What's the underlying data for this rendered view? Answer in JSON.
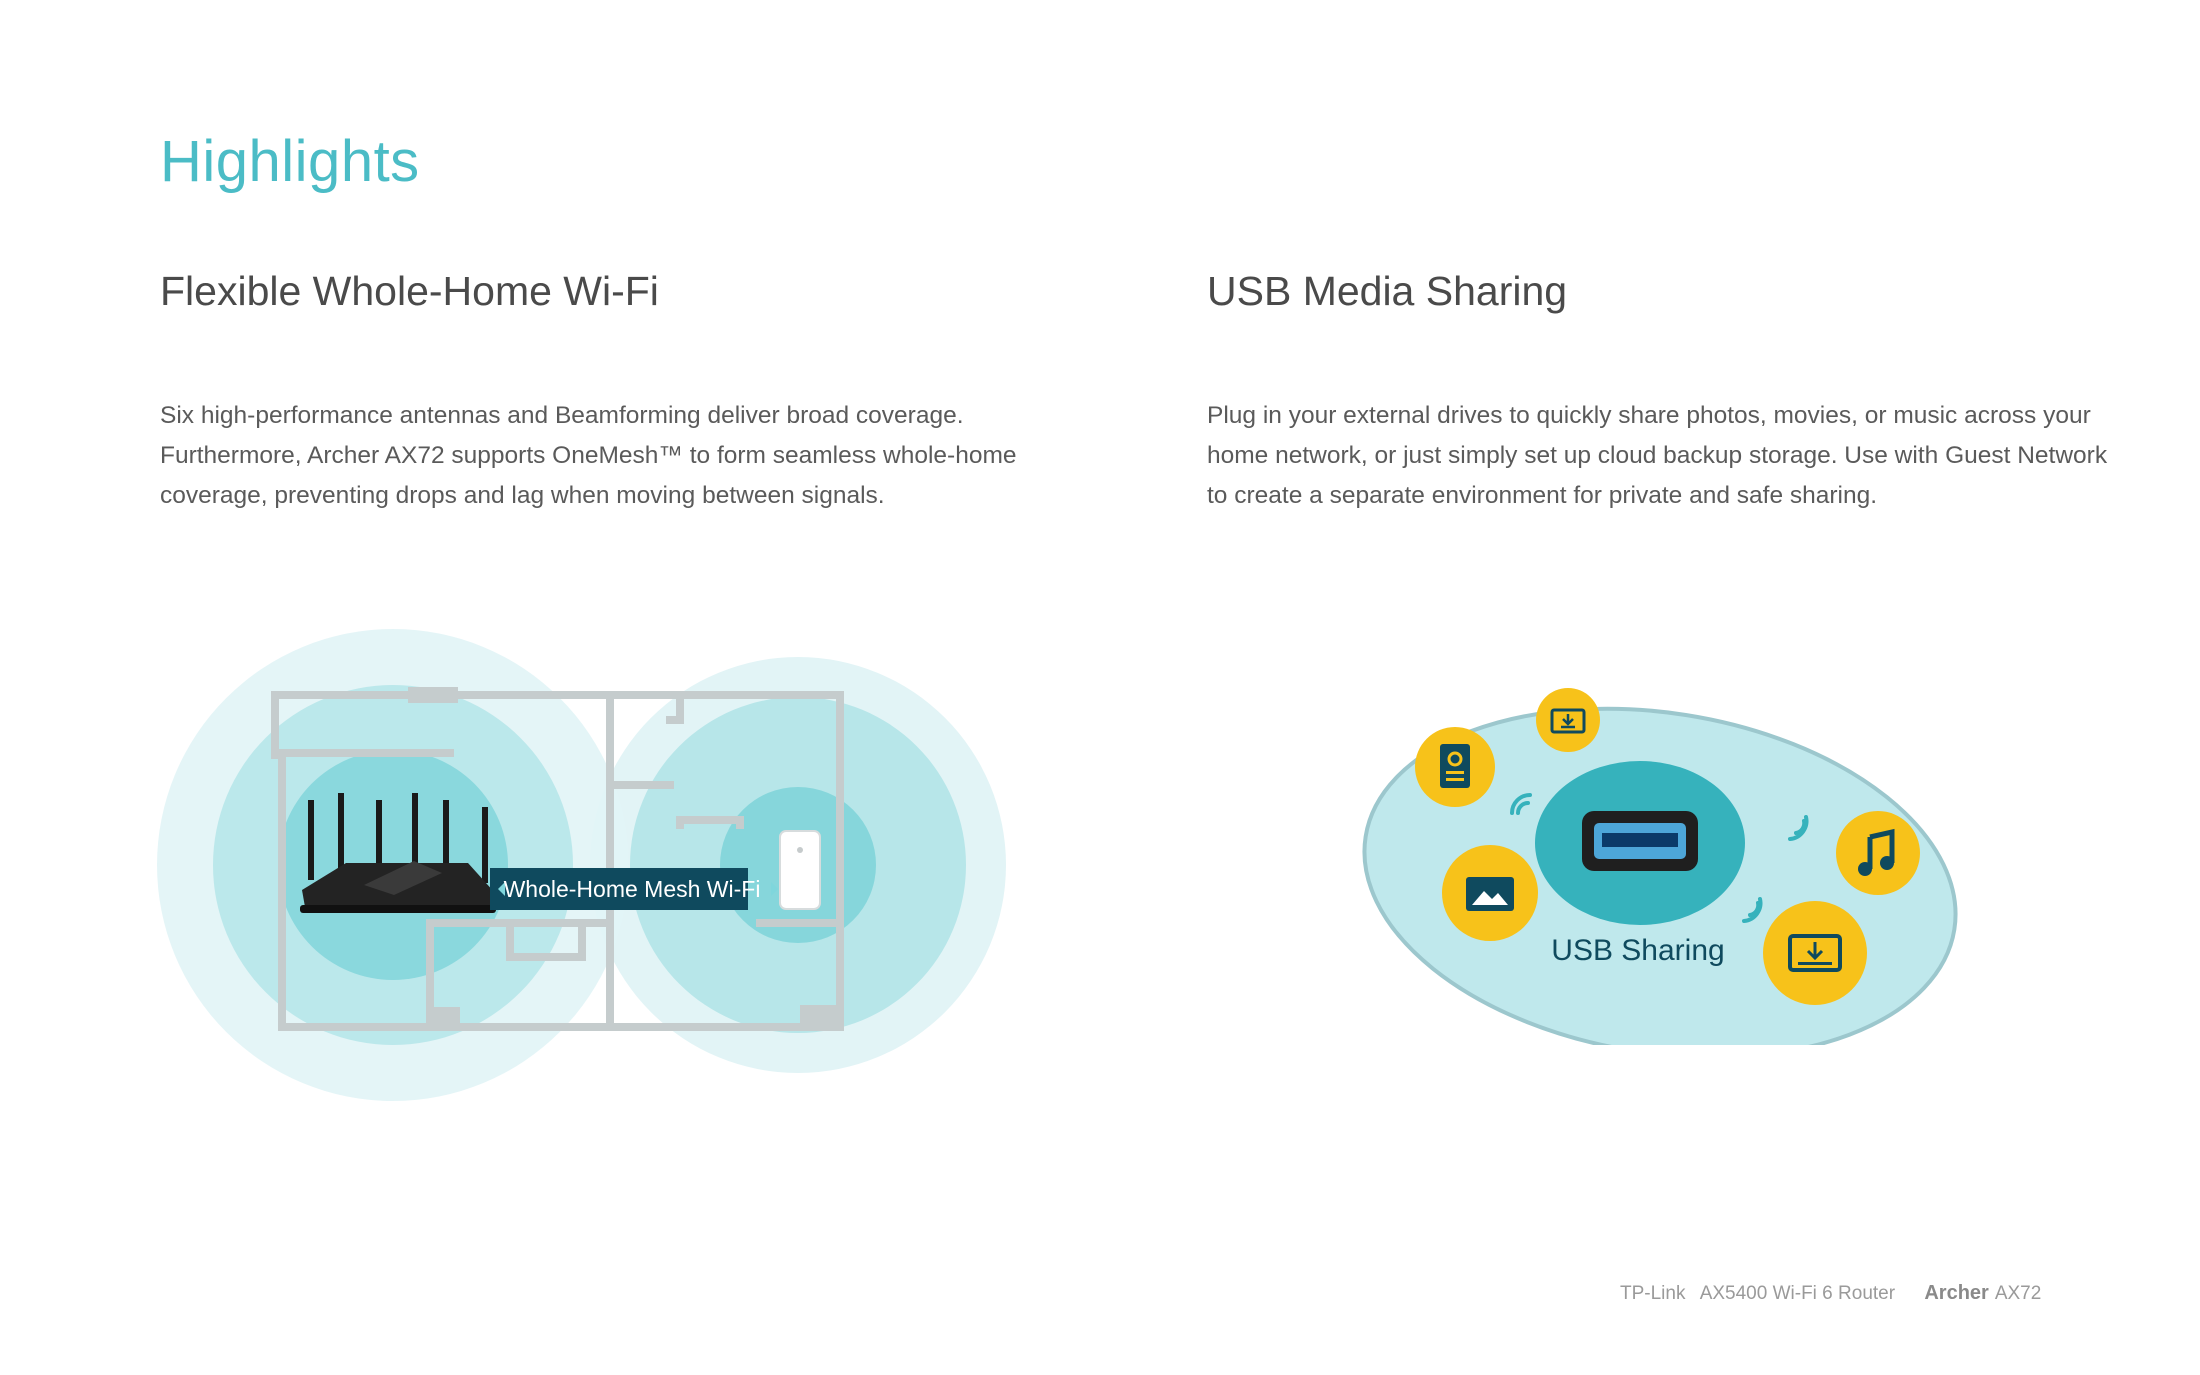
{
  "page": {
    "title": "Highlights"
  },
  "features": [
    {
      "title": "Flexible Whole-Home Wi-Fi",
      "body": [
        "Six high-performance antennas and Beamforming deliver broad coverage.",
        "Furthermore, Archer AX72 supports OneMesh™ to form seamless whole-home",
        "coverage, preventing drops and lag when moving between signals."
      ],
      "diagram_label": "Whole-Home Mesh Wi-Fi"
    },
    {
      "title": "USB Media Sharing",
      "body": [
        "Plug in your external drives to quickly share photos, movies, or music across your",
        "home network, or just simply set up cloud backup storage. Use with Guest Network",
        "to create a separate environment for private and safe sharing."
      ],
      "diagram_label": "USB Sharing",
      "icons": [
        "document-icon",
        "download-screen-icon",
        "picture-icon",
        "music-note-icon",
        "video-download-icon"
      ]
    }
  ],
  "footer": {
    "brand": "TP-Link",
    "product": "AX5400 Wi-Fi 6 Router",
    "series": "Archer",
    "model": "AX72"
  },
  "colors": {
    "accent": "#4bbcc6",
    "teal_dark": "#2aa9b3",
    "yellow": "#f7c21a",
    "navy": "#0f4a5e"
  }
}
